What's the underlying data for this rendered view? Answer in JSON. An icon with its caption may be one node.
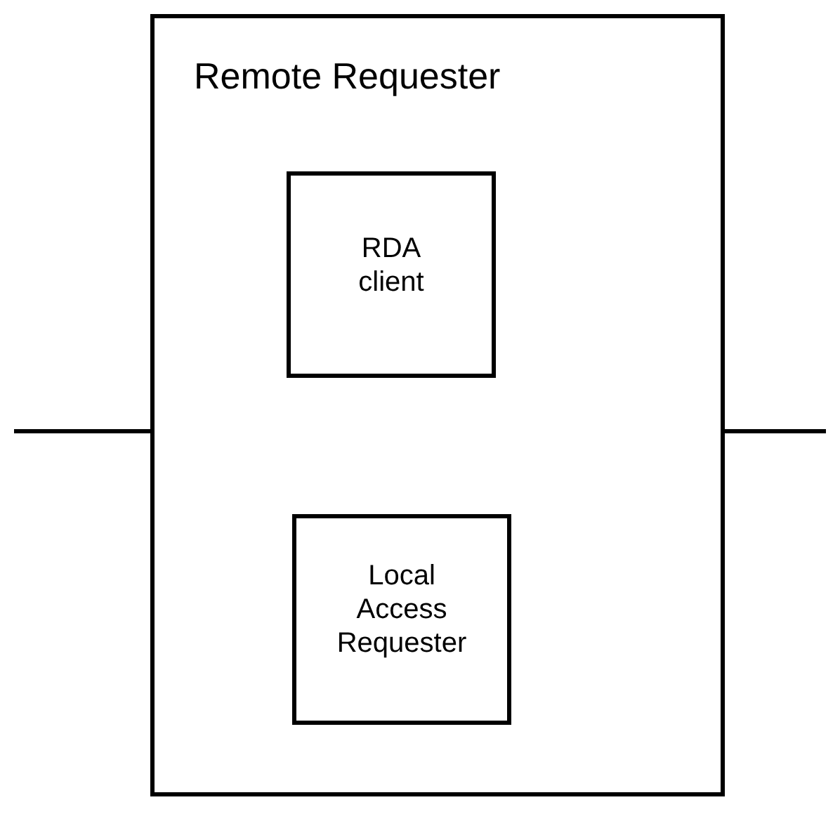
{
  "diagram": {
    "nodes": [
      {
        "text": [
          "Remote Requester"
        ]
      },
      {
        "text": [
          "RDA client"
        ],
        "in": 0
      },
      {
        "text": [
          "Local Access Requester"
        ],
        "in": 0
      }
    ]
  }
}
